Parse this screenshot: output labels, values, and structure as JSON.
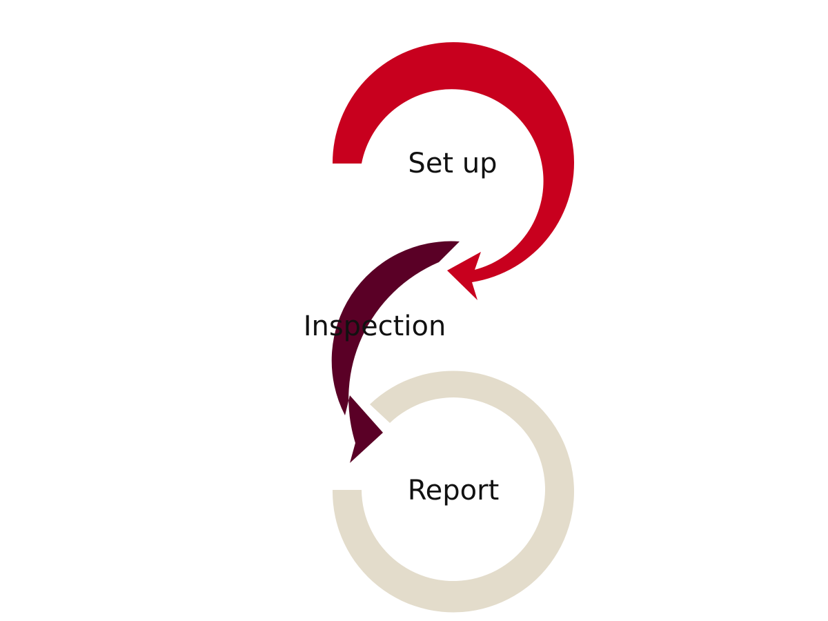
{
  "steps": [
    {
      "label": "Set up",
      "color": "#C8001E"
    },
    {
      "label": "Inspection",
      "color": "#5A0026"
    },
    {
      "label": "Report",
      "color": "#E3DCCB"
    }
  ]
}
